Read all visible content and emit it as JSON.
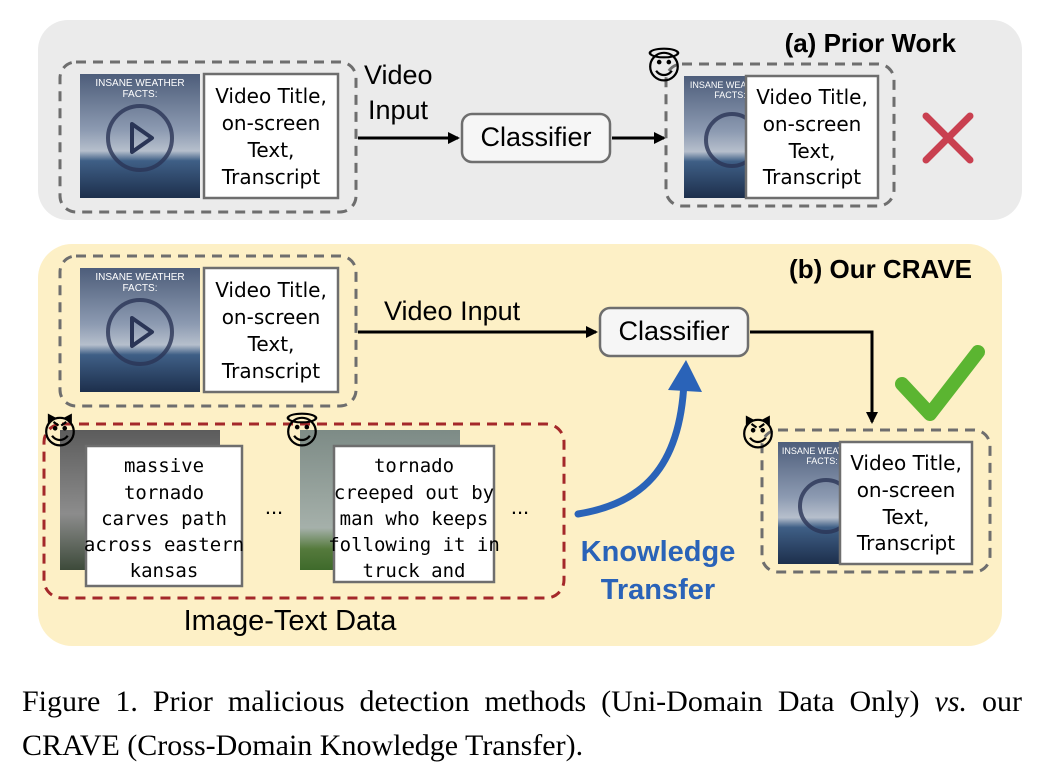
{
  "panel_a": {
    "title": "(a) Prior Work",
    "arrow_label_line1": "Video",
    "arrow_label_line2": "Input",
    "classifier": "Classifier",
    "wrong_mark": "✕",
    "input_video": {
      "thumb_title_line1": "INSANE WEATHER",
      "thumb_title_line2": "FACTS:",
      "text_lines": [
        "Video Title,",
        "on-screen",
        "Text,",
        "Transcript"
      ]
    },
    "output_video": {
      "thumb_title_line1": "INSANE WEATHER",
      "thumb_title_line2": "FACTS:",
      "text_lines": [
        "Video Title,",
        "on-screen",
        "Text,",
        "Transcript"
      ],
      "emoji": "😇"
    }
  },
  "panel_b": {
    "title": "(b) Our CRAVE",
    "arrow_label": "Video Input",
    "classifier": "Classifier",
    "correct_mark": "✔",
    "transfer_line1": "Knowledge",
    "transfer_line2": "Transfer",
    "image_text_label": "Image-Text Data",
    "ellipsis": "...",
    "input_video": {
      "thumb_title_line1": "INSANE WEATHER",
      "thumb_title_line2": "FACTS:",
      "text_lines": [
        "Video Title,",
        "on-screen",
        "Text,",
        "Transcript"
      ]
    },
    "output_video": {
      "thumb_title_line1": "INSANE WEATHER",
      "thumb_title_line2": "FACTS:",
      "text_lines": [
        "Video Title,",
        "on-screen",
        "Text,",
        "Transcript"
      ],
      "emoji": "😈"
    },
    "sample_1": {
      "emoji": "😈",
      "text_lines": [
        "massive",
        "tornado",
        "carves path",
        "across eastern",
        "kansas"
      ]
    },
    "sample_2": {
      "emoji": "😇",
      "text_lines": [
        "tornado",
        "creeped out by",
        "man who keeps",
        "following it in",
        "truck and"
      ]
    }
  },
  "caption": {
    "part1": "Figure 1.  Prior malicious detection methods (Uni-Domain Data Only) ",
    "vs": "vs.",
    "part2": " our CRAVE (Cross-Domain Knowledge Transfer)."
  },
  "colors": {
    "panel_a_bg": "#ebebeb",
    "panel_b_bg": "#fdf0c6",
    "dashed_gray": "#6e6e6e",
    "dashed_red": "#a4282a",
    "transfer_blue": "#2a63b8",
    "check_green": "#5bb531",
    "cross_red": "#c94050"
  }
}
